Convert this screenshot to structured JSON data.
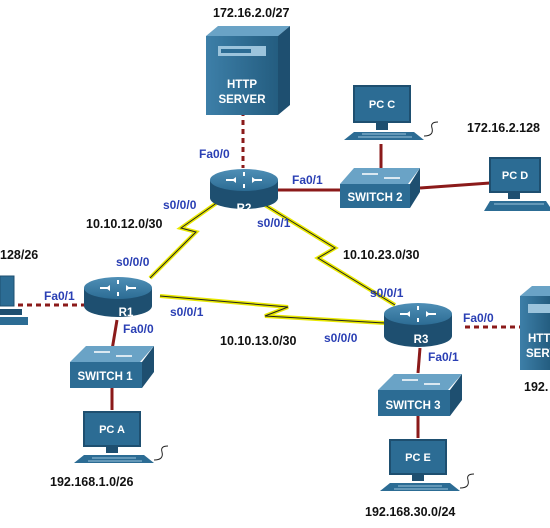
{
  "colors": {
    "device_blue": "#2c6c94",
    "device_dark": "#1e4f70",
    "interface_text": "#2a3fb4",
    "ethernet_link": "#8b1a1a",
    "serial_bolt": "#e8e800",
    "serial_link": "#222222"
  },
  "routers": {
    "r1": {
      "name": "R1"
    },
    "r2": {
      "name": "R2"
    },
    "r3": {
      "name": "R3"
    }
  },
  "switches": {
    "sw1": {
      "name": "SWITCH 1"
    },
    "sw2": {
      "name": "SWITCH 2"
    },
    "sw3": {
      "name": "SWITCH 3"
    }
  },
  "servers": {
    "top": {
      "line1": "HTTP",
      "line2": "SERVER"
    },
    "right": {
      "line1": "HTTP",
      "line2": "SERV"
    }
  },
  "pcs": {
    "pca": {
      "name": "PC A"
    },
    "pcc": {
      "name": "PC C"
    },
    "pcd": {
      "name": "PC D"
    },
    "pce": {
      "name": "PC E"
    }
  },
  "networks": {
    "server_top": "172.16.2.0/27",
    "pcd_lan": "172.16.2.128",
    "left_lan": "128/26",
    "r1_r2": "10.10.12.0/30",
    "r2_r3": "10.10.23.0/30",
    "r1_r3": "10.10.13.0/30",
    "pca_lan": "192.168.1.0/26",
    "pce_lan": "192.168.30.0/24",
    "right_lan": "192."
  },
  "interfaces": {
    "r2_fa00": "Fa0/0",
    "r2_fa01": "Fa0/1",
    "r2_s000": "s0/0/0",
    "r2_s001": "s0/0/1",
    "r1_s000": "s0/0/0",
    "r1_fa01": "Fa0/1",
    "r1_s001": "s0/0/1",
    "r1_fa00": "Fa0/0",
    "r3_s001": "s0/0/1",
    "r3_fa00": "Fa0/0",
    "r3_s000": "s0/0/0",
    "r3_fa01": "Fa0/1"
  }
}
